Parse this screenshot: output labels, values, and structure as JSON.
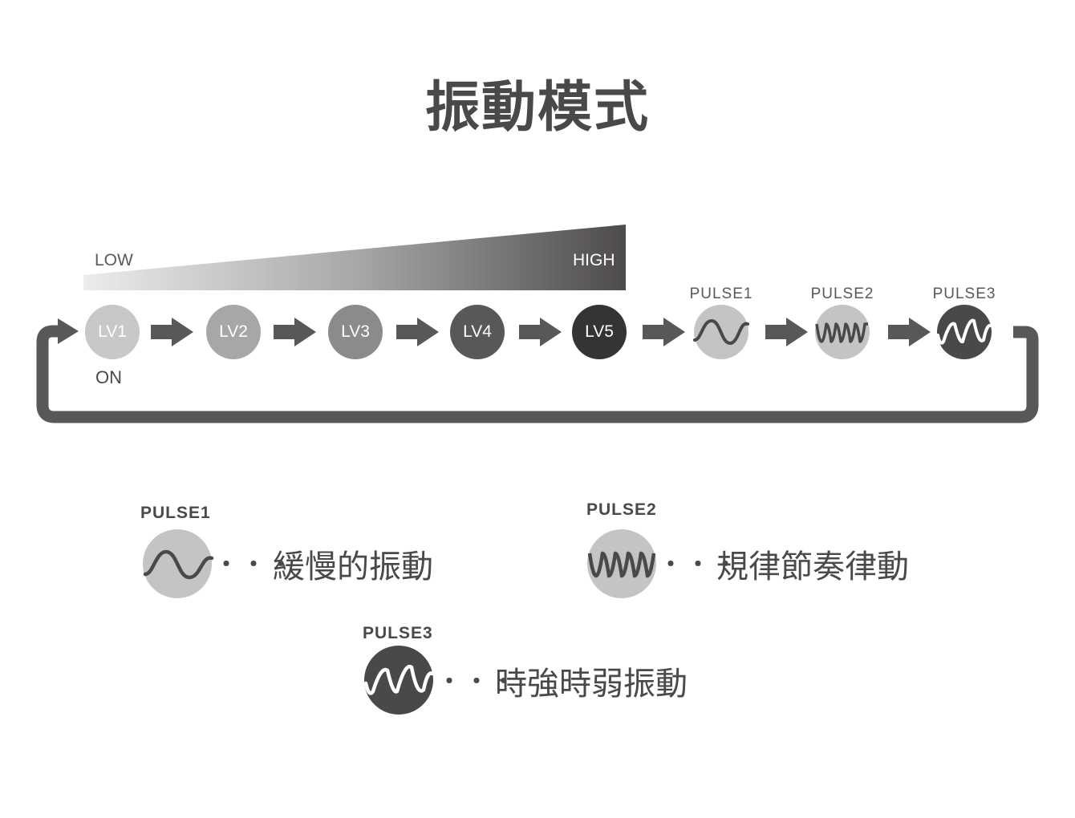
{
  "title": "振動模式",
  "ramp": {
    "low_label": "LOW",
    "high_label": "HIGH"
  },
  "levels": [
    {
      "label": "LV1",
      "color": "#c8c8c8"
    },
    {
      "label": "LV2",
      "color": "#a8a6a6"
    },
    {
      "label": "LV3",
      "color": "#8c8a8a"
    },
    {
      "label": "LV4",
      "color": "#595757"
    },
    {
      "label": "LV5",
      "color": "#363333"
    }
  ],
  "on_label": "ON",
  "pulses": [
    {
      "label": "PULSE1",
      "color": "#c4c4c4",
      "wave": "slow-wave-icon"
    },
    {
      "label": "PULSE2",
      "color": "#c4c4c4",
      "wave": "rhythmic-wave-icon"
    },
    {
      "label": "PULSE3",
      "color": "#4a4848",
      "wave": "variable-wave-icon"
    }
  ],
  "legend": [
    {
      "label": "PULSE1",
      "dots": "・・・",
      "desc": "緩慢的振動"
    },
    {
      "label": "PULSE2",
      "dots": "・・・",
      "desc": "規律節奏律動"
    },
    {
      "label": "PULSE3",
      "dots": "・・・",
      "desc": "時強時弱振動"
    }
  ],
  "colors": {
    "arrow": "#595757",
    "loop": "#595757",
    "text": "#4a4848"
  }
}
